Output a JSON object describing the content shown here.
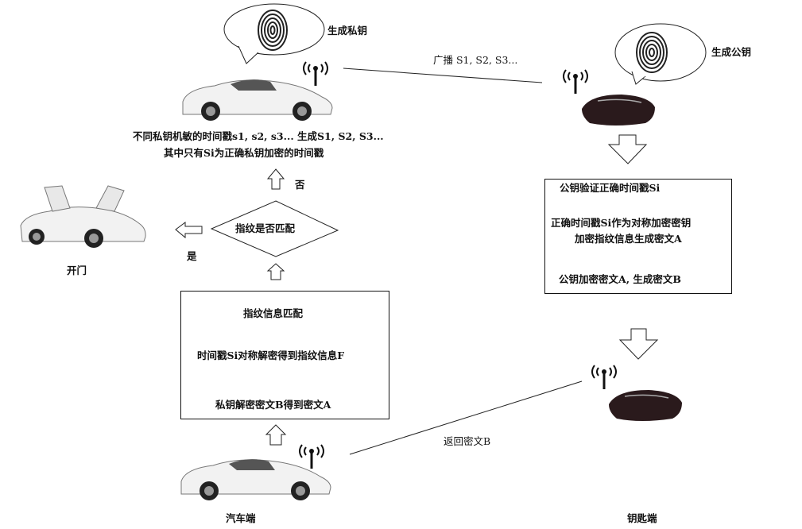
{
  "car_side": {
    "thought_label": "生成私钥",
    "caption_line1": "不同私钥机敏的时间戳s1, s2, s3... 生成S1, S2, S3...",
    "caption_line2": "其中只有Si为正确私钥加密的时间戳",
    "no_label": "否",
    "decision": "指纹是否匹配",
    "yes_label": "是",
    "open_door": "开门",
    "process_steps": [
      "指纹信息匹配",
      "时间戳Si对称解密得到指纹信息F",
      "私钥解密密文B得到密文A"
    ],
    "end_label": "汽车端"
  },
  "key_side": {
    "thought_label": "生成公钥",
    "process_steps": [
      "公钥验证正确时间戳Si",
      "正确时间戳Si作为对称加密密钥",
      "加密指纹信息生成密文A",
      "公钥加密密文A, 生成密文B"
    ],
    "end_label": "钥匙端"
  },
  "links": {
    "broadcast": "广播 S1, S2, S3...",
    "return": "返回密文B"
  }
}
